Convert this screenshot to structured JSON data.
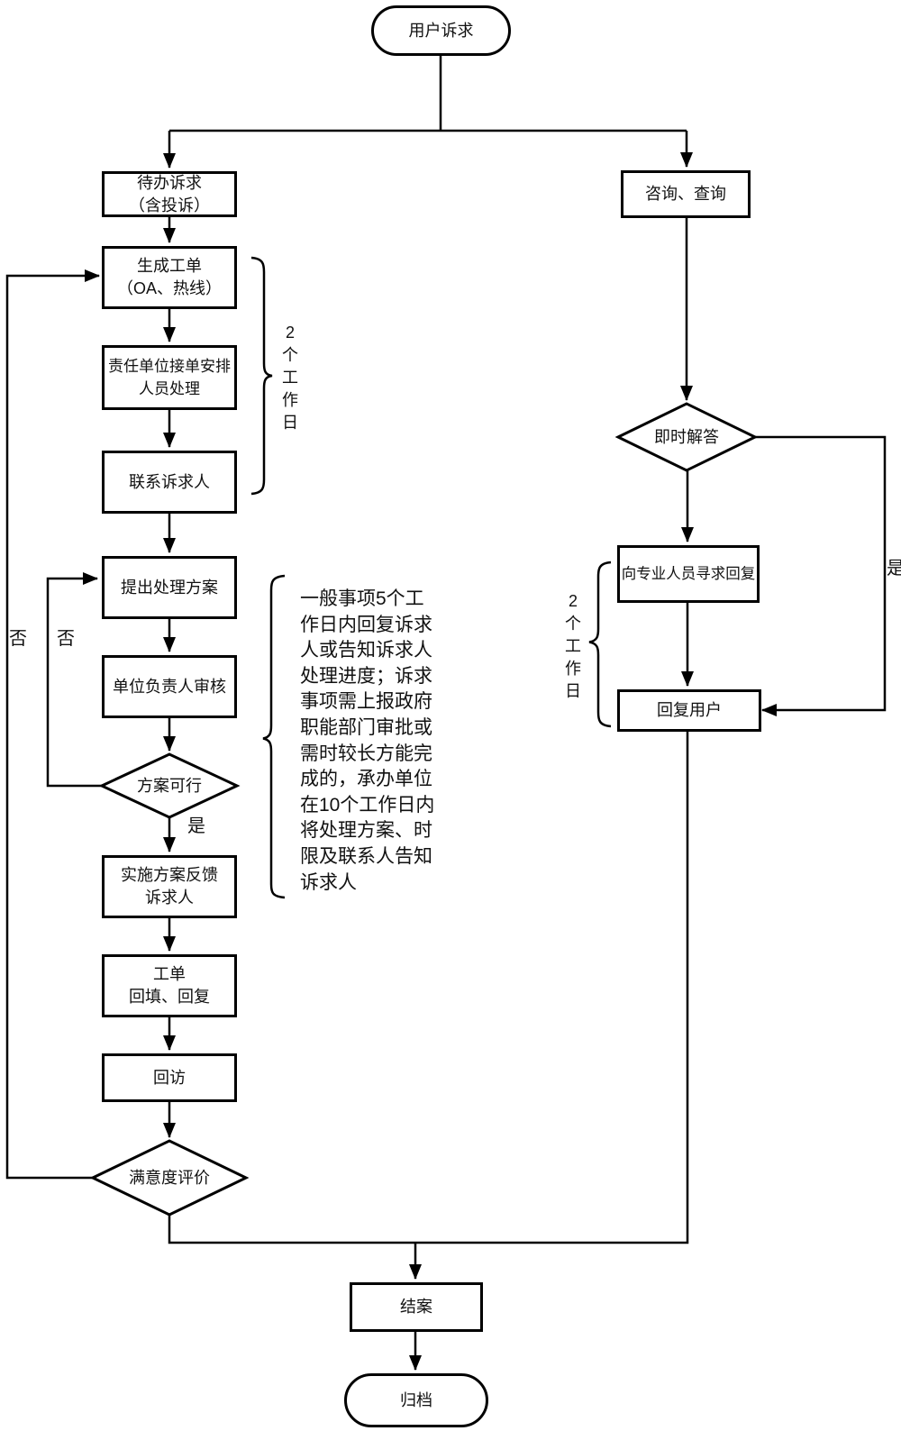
{
  "diagram": {
    "start": "用户诉求",
    "left_flow": {
      "pending_request": "待办诉求\n（含投诉）",
      "generate_ticket": "生成工单\n（OA、热线）",
      "assign_staff": "责任单位接单安排\n人员处理",
      "contact_requester": "联系诉求人",
      "propose_solution": "提出处理方案",
      "leader_review": "单位负责人审核",
      "decision_feasible": "方案可行",
      "implement_feedback": "实施方案反馈\n诉求人",
      "ticket_fill_reply": "工单\n回填、回复",
      "follow_up": "回访",
      "decision_satisfaction": "满意度评价"
    },
    "right_flow": {
      "consult_query": "咨询、查询",
      "decision_instant": "即时解答",
      "seek_professional": "向专业人员寻求回复",
      "reply_user": "回复用户"
    },
    "end_flow": {
      "close_case": "结案",
      "archive": "归档"
    },
    "edge_labels": {
      "feasible_yes": "是",
      "feasible_no": "否",
      "satisfaction_no": "否",
      "instant_yes": "是"
    },
    "annotations": {
      "left_duration": "2个工作日",
      "right_duration": "2个工作日",
      "note": "一般事项5个工\n作日内回复诉求\n人或告知诉求人\n处理进度；诉求\n事项需上报政府\n职能部门审批或\n需时较长方能完\n成的，承办单位\n在10个工作日内\n将处理方案、时\n限及联系人告知\n诉求人"
    },
    "colors": {
      "stroke": "#000000",
      "background": "#ffffff",
      "text": "#111111"
    }
  }
}
